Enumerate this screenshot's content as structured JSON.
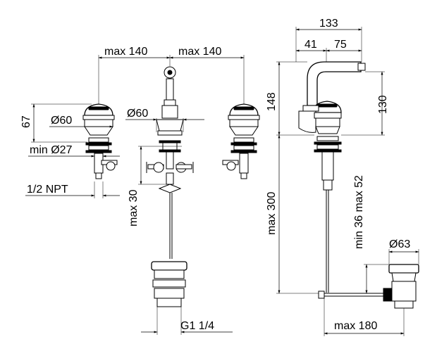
{
  "dimensions": {
    "max_140_left": "max 140",
    "max_140_right": "max 140",
    "dim_67": "67",
    "dia_60_left": "Ø60",
    "dia_60_center": "Ø60",
    "min_dia_27": "min Ø27",
    "npt": "1/2 NPT",
    "max_30": "max 30",
    "g1_1_4": "G1 1/4",
    "dim_133": "133",
    "dim_41": "41",
    "dim_75": "75",
    "dim_148": "148",
    "dim_130": "130",
    "min_36_max_52": "min 36 max 52",
    "max_300": "max 300",
    "dia_63": "Ø63",
    "max_180": "max 180"
  }
}
